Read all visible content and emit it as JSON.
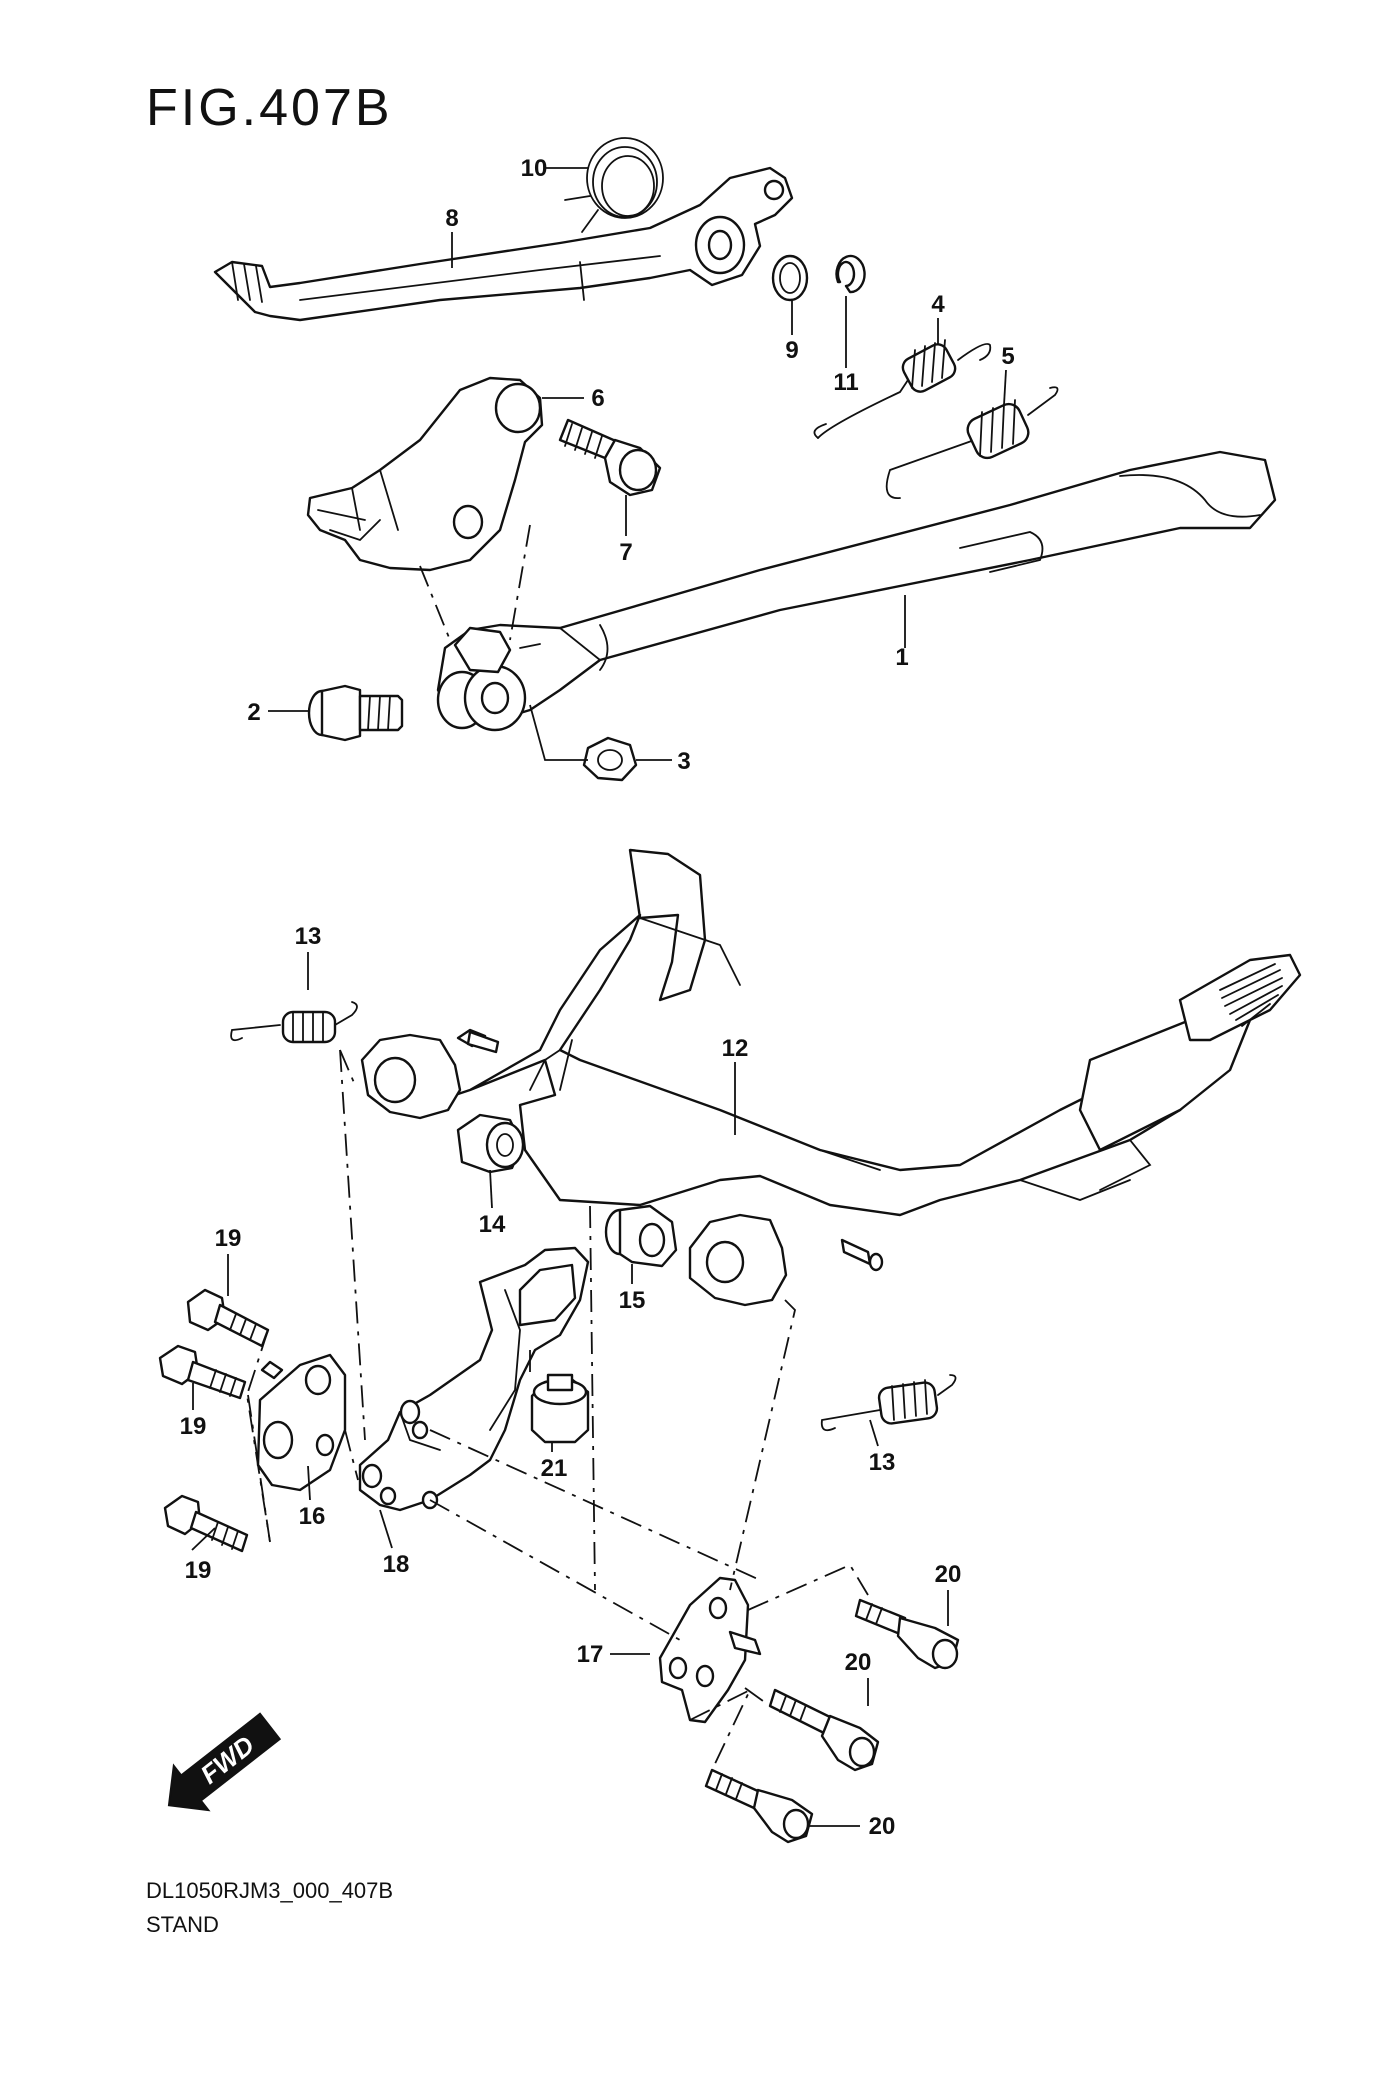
{
  "figure": {
    "title": "FIG.407B",
    "diagram_code": "DL1050RJM3_000_407B",
    "caption": "STAND"
  },
  "callouts": [
    {
      "id": "c1",
      "label": "1"
    },
    {
      "id": "c2",
      "label": "2"
    },
    {
      "id": "c3",
      "label": "3"
    },
    {
      "id": "c4",
      "label": "4"
    },
    {
      "id": "c5",
      "label": "5"
    },
    {
      "id": "c6",
      "label": "6"
    },
    {
      "id": "c7",
      "label": "7"
    },
    {
      "id": "c8",
      "label": "8"
    },
    {
      "id": "c9",
      "label": "9"
    },
    {
      "id": "c10",
      "label": "10"
    },
    {
      "id": "c11",
      "label": "11"
    },
    {
      "id": "c12",
      "label": "12"
    },
    {
      "id": "c13a",
      "label": "13"
    },
    {
      "id": "c13b",
      "label": "13"
    },
    {
      "id": "c14",
      "label": "14"
    },
    {
      "id": "c15",
      "label": "15"
    },
    {
      "id": "c16",
      "label": "16"
    },
    {
      "id": "c17",
      "label": "17"
    },
    {
      "id": "c18",
      "label": "18"
    },
    {
      "id": "c19a",
      "label": "19"
    },
    {
      "id": "c19b",
      "label": "19"
    },
    {
      "id": "c19c",
      "label": "19"
    },
    {
      "id": "c20a",
      "label": "20"
    },
    {
      "id": "c20b",
      "label": "20"
    },
    {
      "id": "c20c",
      "label": "20"
    },
    {
      "id": "c21",
      "label": "21"
    }
  ],
  "direction_badge": {
    "label": "FWD",
    "icon": "forward-arrow-icon"
  }
}
